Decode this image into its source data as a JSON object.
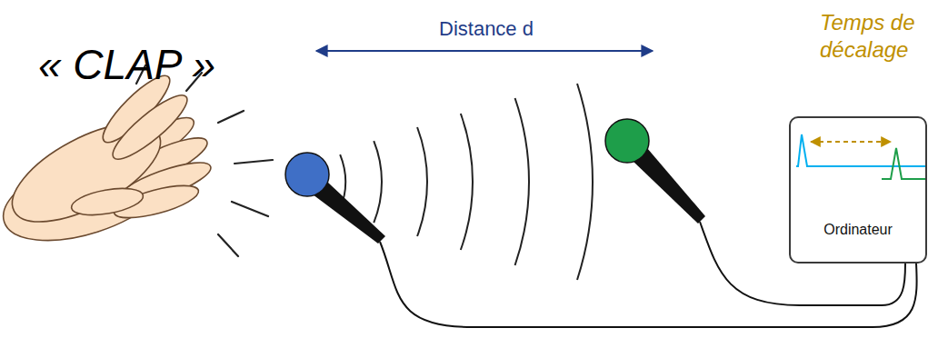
{
  "diagram": {
    "nodes": [
      {
        "text": [
          "Temps de décalage",
          "Ordinateur"
        ]
      }
    ],
    "edges": [],
    "labels": [
      "« CLAP »",
      "Distance d"
    ]
  }
}
